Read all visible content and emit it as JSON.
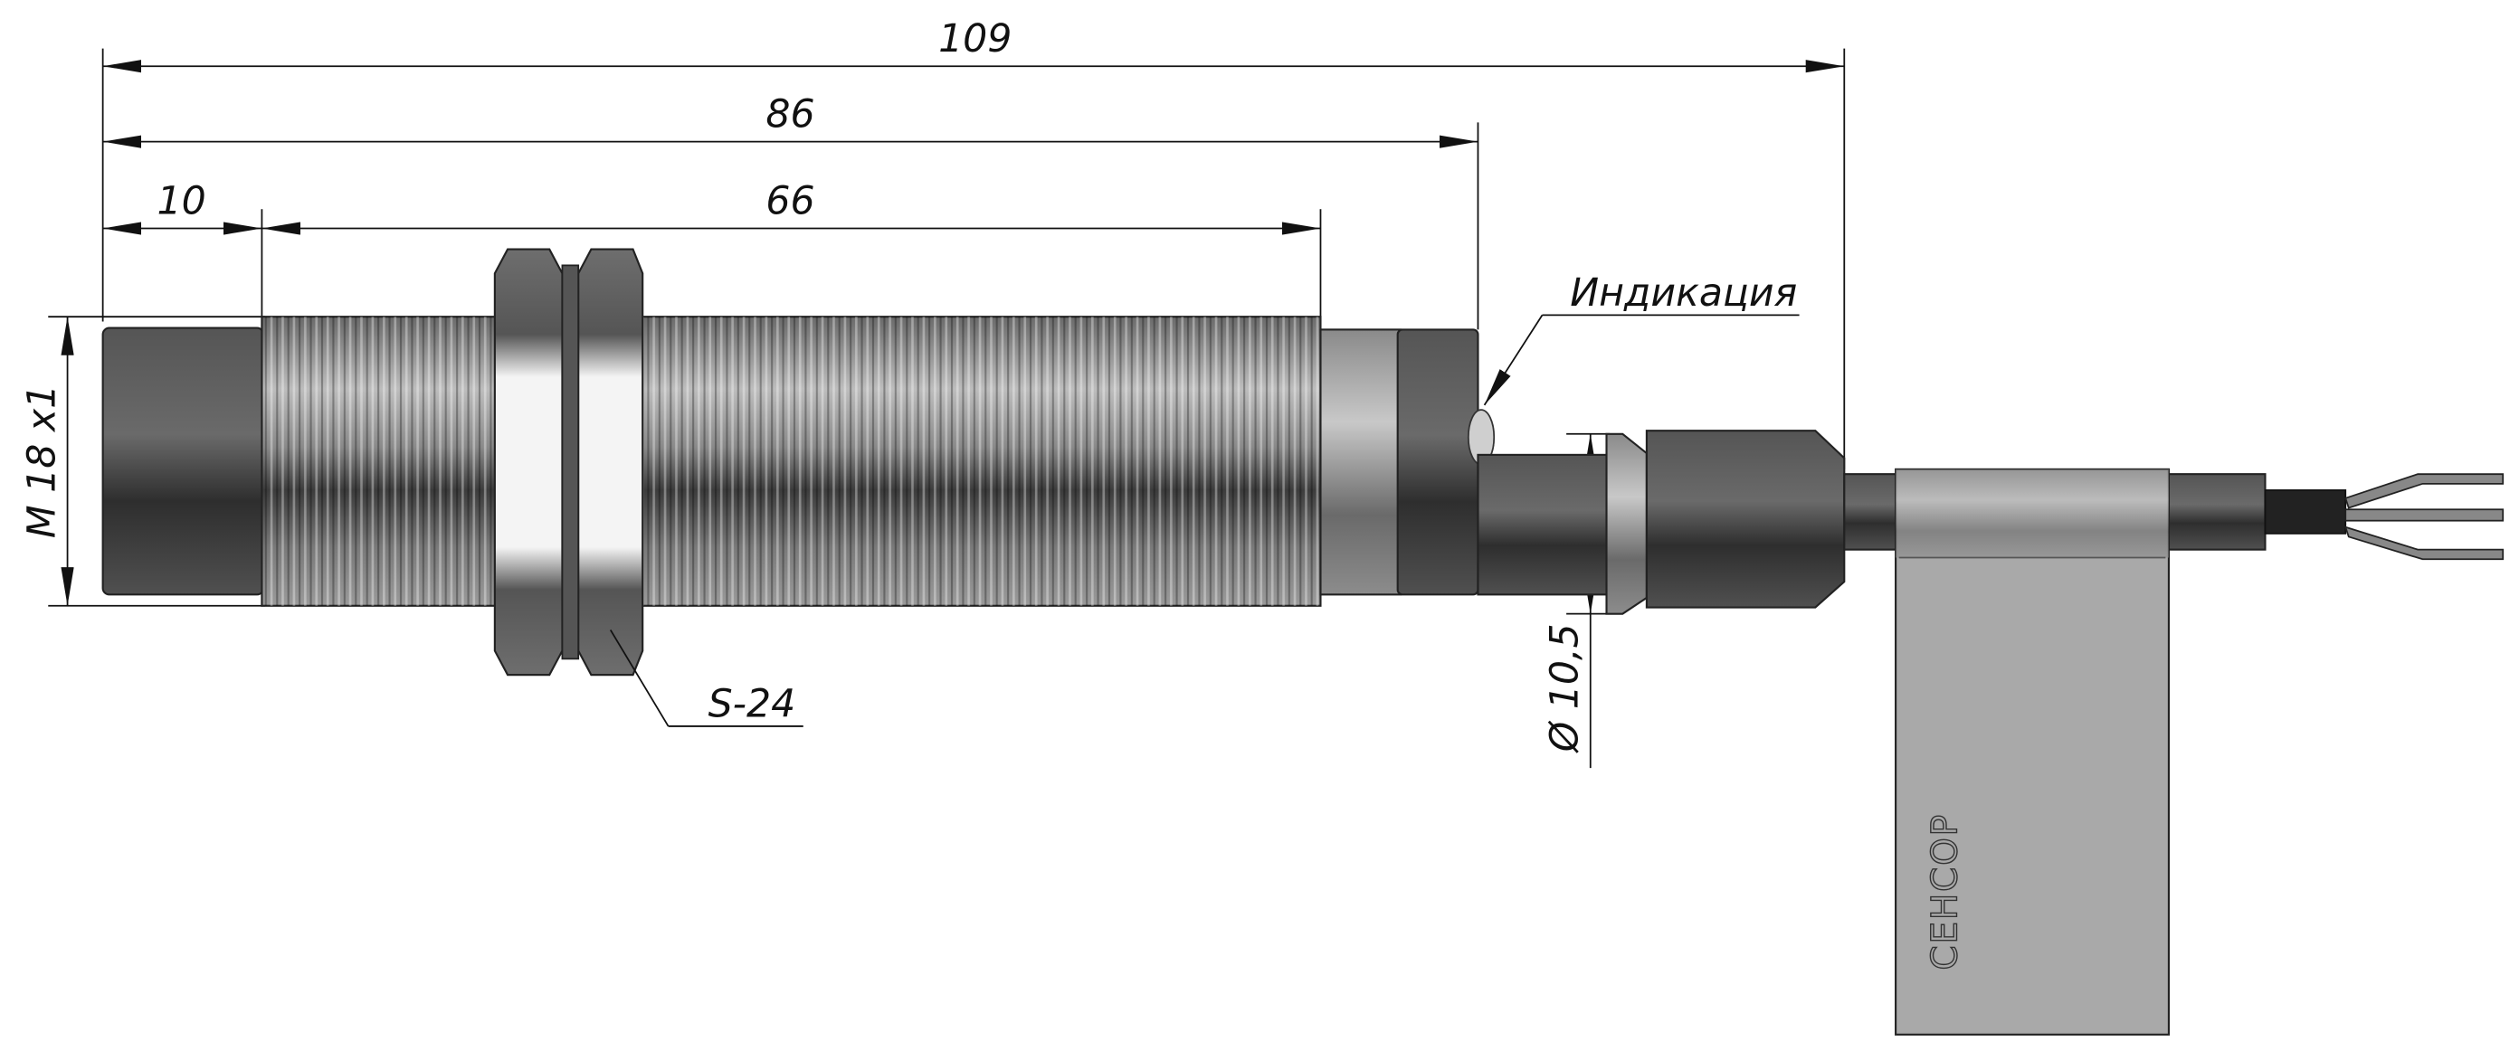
{
  "dimensions": {
    "overall_length": "109",
    "housing_length": "86",
    "front_cap_length": "10",
    "thread_length": "66",
    "thread_spec": "M 18 x1",
    "cable_diameter": "Ø 10,5",
    "nut_size": "S-24"
  },
  "callouts": {
    "indicator": "Индикация"
  },
  "label_tag": {
    "brand": "СЕНСОР"
  },
  "colors": {
    "body_dark": "#4a4a4a",
    "body_light": "#d8d8d8",
    "tag": "#a9a9a9",
    "line": "#111111"
  }
}
